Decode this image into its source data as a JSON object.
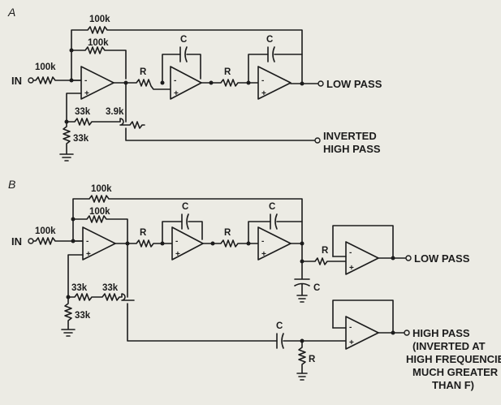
{
  "circuit_a": {
    "section_label": "A",
    "resistors": {
      "top_feedback": "100k",
      "inner_feedback": "100k",
      "input": "100k",
      "integrator_1_in": "R",
      "integrator_2_in": "R",
      "divider_top": "33k",
      "divider_bottom": "33k",
      "series_3_9k": "3.9k"
    },
    "capacitors": {
      "integrator_1": "C",
      "integrator_2": "C"
    },
    "signs": {
      "minus": "-",
      "plus": "+"
    },
    "terminals": {
      "input": "IN",
      "low_pass": "LOW PASS",
      "inverted_high_pass_line1": "INVERTED",
      "inverted_high_pass_line2": "HIGH PASS"
    }
  },
  "circuit_b": {
    "section_label": "B",
    "resistors": {
      "top_feedback": "100k",
      "inner_feedback": "100k",
      "input": "100k",
      "integrator_1_in": "R",
      "integrator_2_in": "R",
      "divider_top": "33k",
      "series_33k": "33k",
      "divider_bottom": "33k",
      "lowpass_filter": "R",
      "highpass_filter": "R"
    },
    "capacitors": {
      "integrator_1": "C",
      "integrator_2": "C",
      "lowpass_filter": "C",
      "highpass_filter": "C"
    },
    "signs": {
      "minus": "-",
      "plus": "+"
    },
    "terminals": {
      "input": "IN",
      "low_pass": "LOW PASS",
      "high_pass_line1": "HIGH PASS",
      "high_pass_line2": "(INVERTED AT",
      "high_pass_line3": "HIGH FREQUENCIES",
      "high_pass_line4": "MUCH GREATER",
      "high_pass_line5": "THAN F)"
    }
  }
}
